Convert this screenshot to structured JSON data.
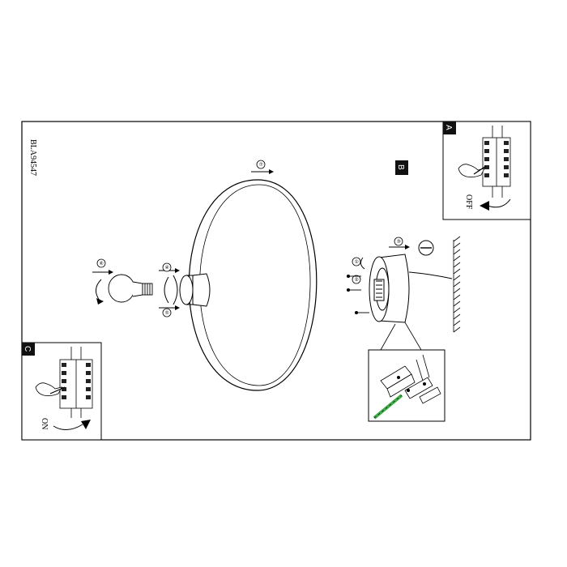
{
  "document": {
    "code": "BLA94547"
  },
  "panels": {
    "a": {
      "label": "A",
      "switch_text": "OFF"
    },
    "b": {
      "label": "B"
    },
    "c": {
      "label": "C",
      "switch_text": "ON"
    }
  },
  "steps": {
    "s1": "①",
    "s2": "②",
    "s3": "③",
    "s4": "④",
    "s5": "⑤",
    "s6": "⑥",
    "s7": "⑦"
  },
  "colors": {
    "line": "#000000",
    "paper": "#ffffff",
    "wire_accent": "#3fae49"
  }
}
